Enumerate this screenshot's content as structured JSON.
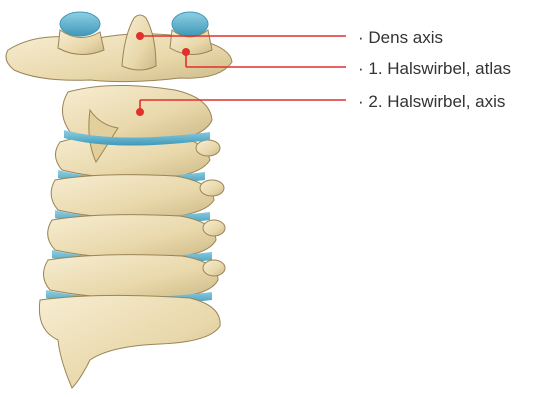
{
  "colors": {
    "bone": "#efe2bd",
    "bone_shadow": "#cdb987",
    "bone_outline": "#9a8455",
    "disc": "#5fb4cf",
    "leader": "#e0312b",
    "text": "#333333"
  },
  "labels": [
    {
      "text": "· Dens axis",
      "icon": "pointer-dot"
    },
    {
      "text": "· 1. Halswirbel, atlas",
      "icon": "pointer-dot"
    },
    {
      "text": "· 2. Halswirbel, axis",
      "icon": "pointer-dot"
    }
  ]
}
